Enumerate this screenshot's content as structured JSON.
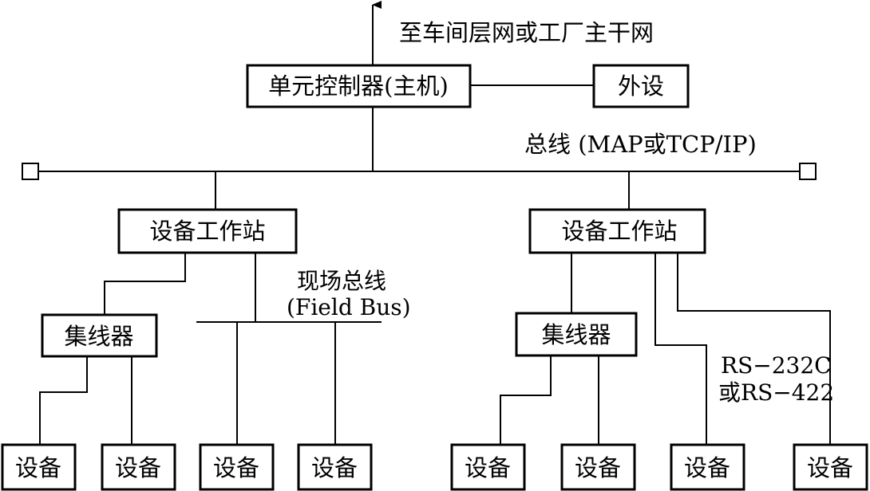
{
  "labels": {
    "uplink": "至车间层网或工厂主干网",
    "bus": "总线 (MAP或TCP/IP)",
    "fieldbus_cn": "现场总线",
    "fieldbus_en": "(Field Bus)",
    "serial_1": "RS−232C",
    "serial_2": "或RS−422"
  },
  "nodes": {
    "host": "单元控制器(主机)",
    "peripheral": "外设",
    "station_left": "设备工作站",
    "station_right": "设备工作站",
    "hub_left": "集线器",
    "hub_right": "集线器",
    "devices": [
      "设备",
      "设备",
      "设备",
      "设备",
      "设备",
      "设备",
      "设备",
      "设备"
    ]
  }
}
